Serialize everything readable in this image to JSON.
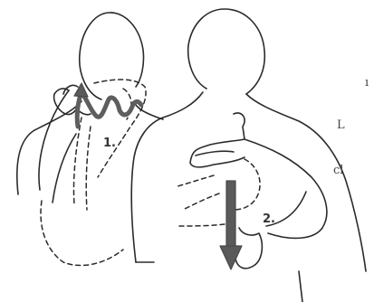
{
  "steps": {
    "first_label": "1.",
    "second_label": "2."
  },
  "margin_fragments": {
    "top": "ı",
    "middle": "L",
    "bottom": "cl"
  },
  "colors": {
    "line": "#2b2b2b",
    "arrow": "#5a5a5a",
    "background": "#ffffff"
  }
}
